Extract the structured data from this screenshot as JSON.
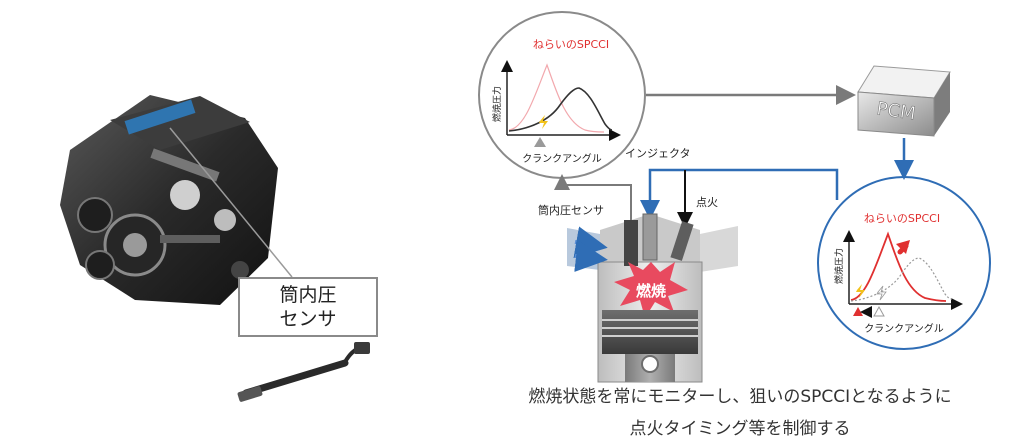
{
  "labels": {
    "sensor_box_line1": "筒内圧",
    "sensor_box_line2": "センサ",
    "pcm": "PCM",
    "injector": "インジェクタ",
    "ignition": "点火",
    "pressure_sensor": "筒内圧センサ",
    "combustion": "燃焼"
  },
  "charts": {
    "left": {
      "title": "ねらいのSPCCI",
      "ylabel": "燃焼圧力",
      "xlabel": "クランクアングル"
    },
    "right": {
      "title": "ねらいのSPCCI",
      "ylabel": "燃焼圧力",
      "xlabel": "クランクアングル"
    }
  },
  "caption": {
    "line1": "燃焼状態を常にモニターし、狙いのSPCCIとなるように",
    "line2": "点火タイミング等を制御する"
  },
  "colors": {
    "accent_red": "#e03030",
    "flow_blue": "#2f6db5",
    "flow_gray": "#7a7a7a",
    "combustion_red": "#e84a5f"
  }
}
